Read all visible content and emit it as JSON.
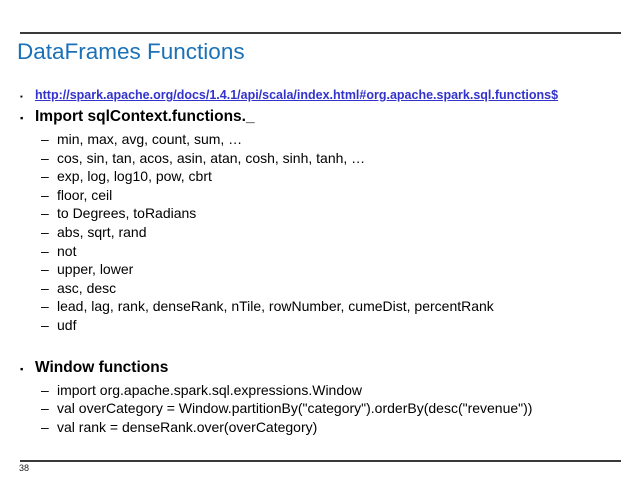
{
  "title": "DataFrames Functions",
  "page_number": "38",
  "markers": {
    "bullet": "▪",
    "dash": "–"
  },
  "colors": {
    "title_blue": "#1b71b8",
    "link_blue": "#3333cc",
    "body_text": "#000000",
    "rule_gray": "#3a3a3a",
    "background": "#ffffff"
  },
  "link": {
    "text": "http://spark.apache.org/docs/1.4.1/api/scala/index.html#org.apache.spark.sql.functions$"
  },
  "import_section": {
    "heading": "Import sqlContext.functions._",
    "items": [
      "min, max, avg, count, sum, …",
      "cos, sin, tan, acos, asin, atan, cosh, sinh, tanh, …",
      "exp, log, log10, pow, cbrt",
      "floor, ceil",
      "to Degrees, toRadians",
      "abs, sqrt, rand",
      "not",
      "upper, lower",
      "asc, desc",
      "lead, lag, rank, denseRank, nTile, rowNumber, cumeDist, percentRank",
      "udf"
    ]
  },
  "window_section": {
    "heading": "Window functions",
    "items": [
      "import org.apache.spark.sql.expressions.Window",
      "val overCategory = Window.partitionBy(\"category\").orderBy(desc(\"revenue\"))",
      "val rank = denseRank.over(overCategory)"
    ]
  }
}
